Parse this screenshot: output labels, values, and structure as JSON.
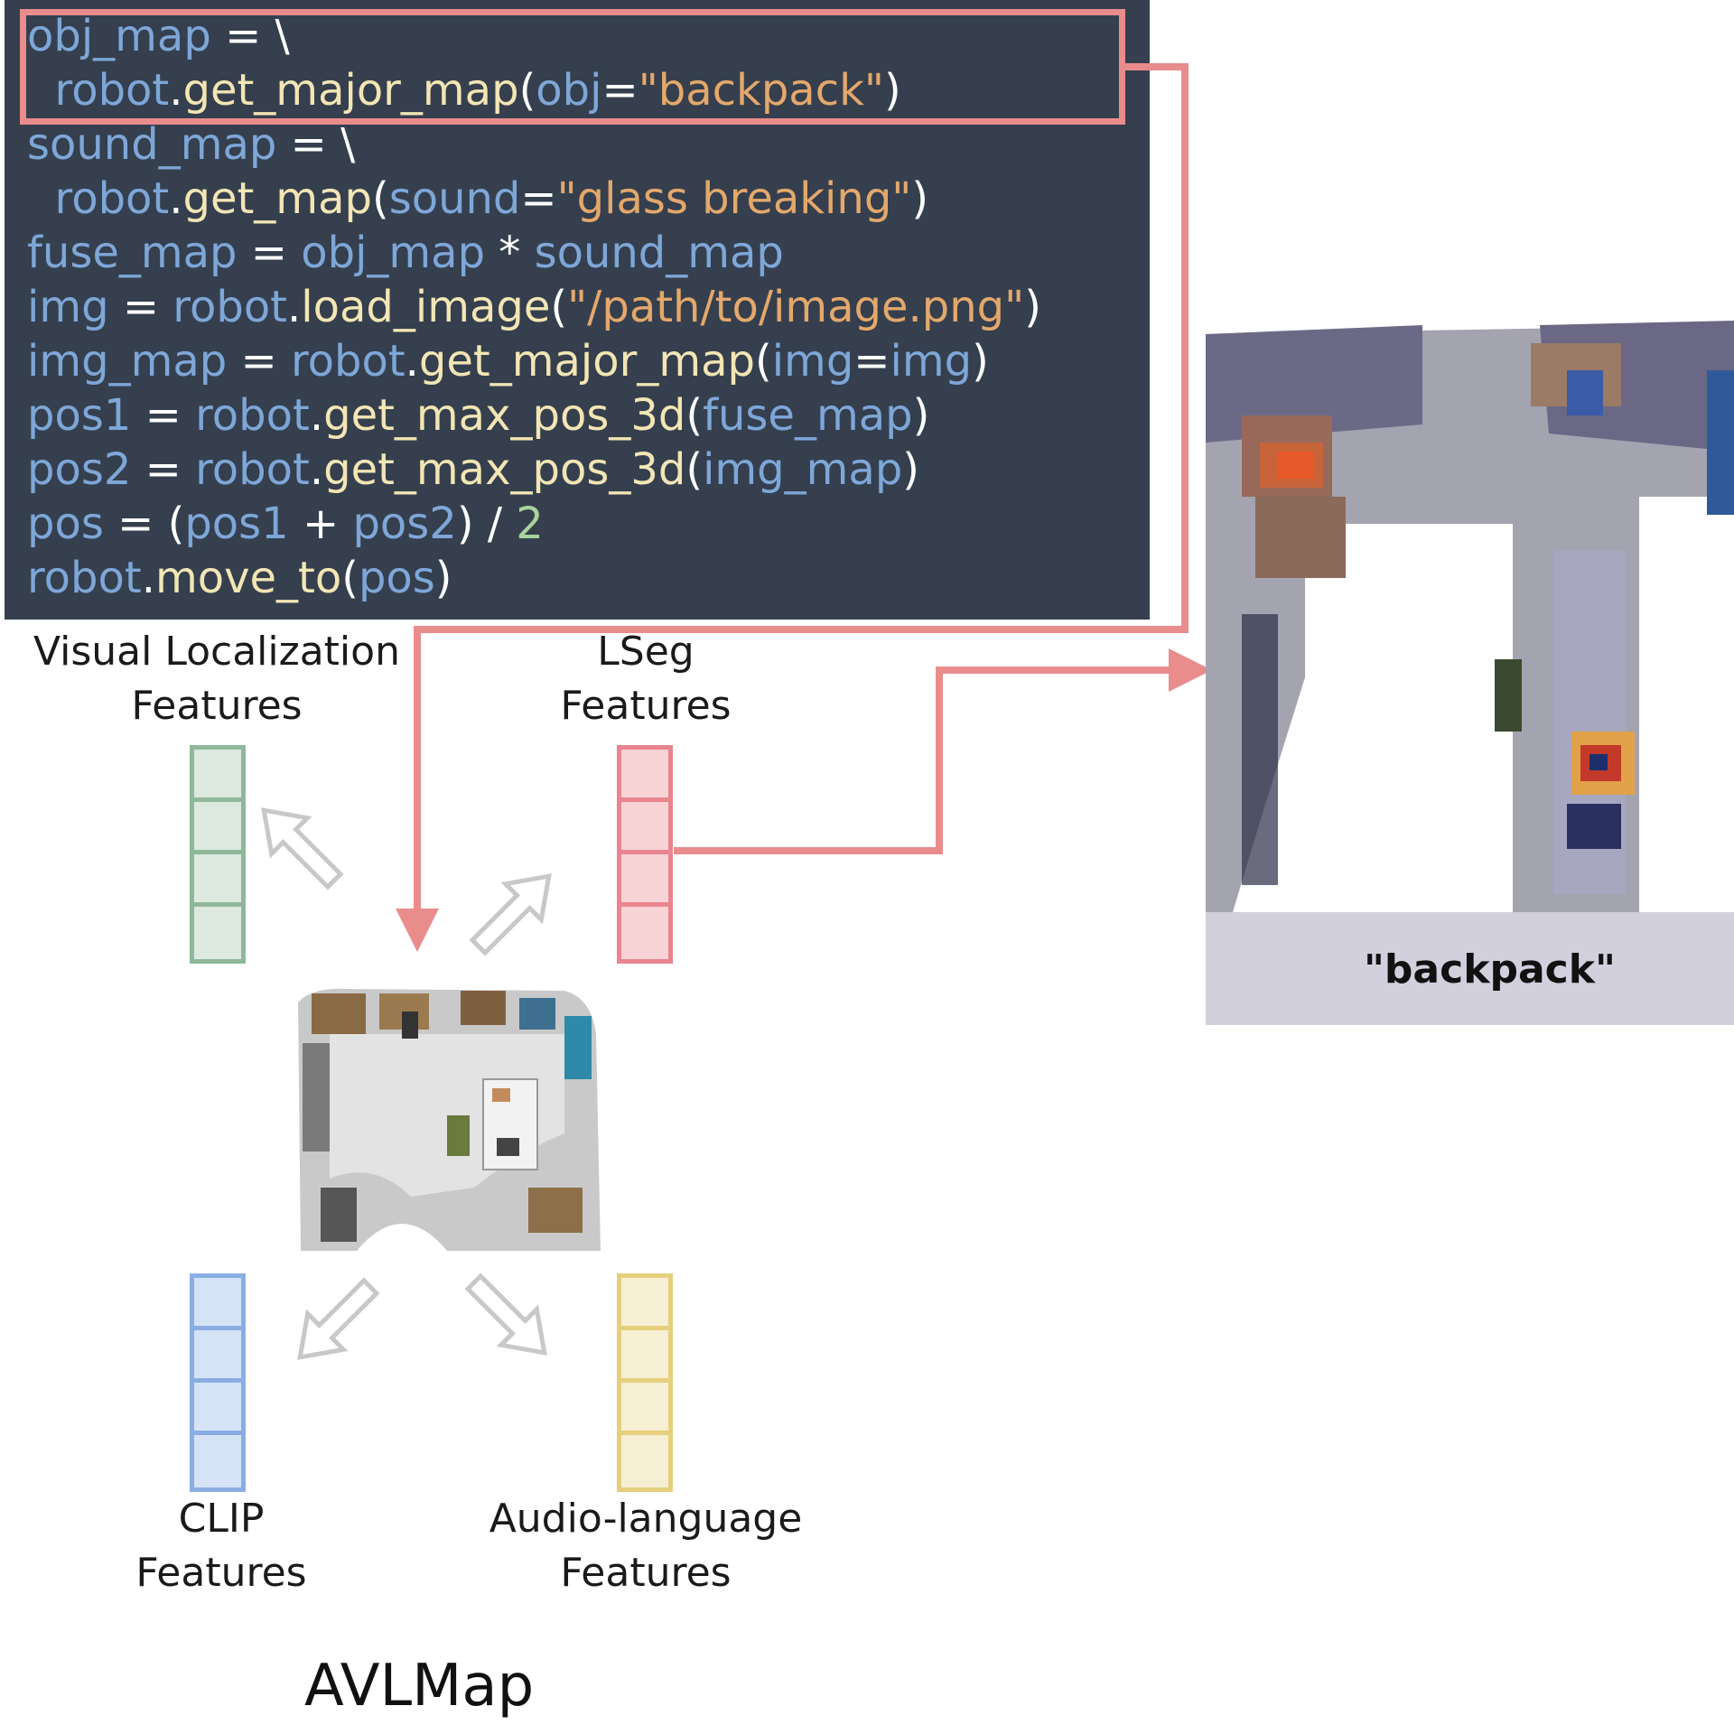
{
  "code": {
    "lines": [
      [
        {
          "t": "obj_map",
          "c": "var"
        },
        {
          "t": " = \\",
          "c": "op"
        }
      ],
      [
        {
          "t": "  robot",
          "c": "var"
        },
        {
          "t": ".",
          "c": "op"
        },
        {
          "t": "get_major_map",
          "c": "fn"
        },
        {
          "t": "(",
          "c": "par"
        },
        {
          "t": "obj",
          "c": "var"
        },
        {
          "t": "=",
          "c": "op"
        },
        {
          "t": "\"backpack\"",
          "c": "str"
        },
        {
          "t": ")",
          "c": "par"
        }
      ],
      [
        {
          "t": "sound_map",
          "c": "var"
        },
        {
          "t": " = \\",
          "c": "op"
        }
      ],
      [
        {
          "t": "  robot",
          "c": "var"
        },
        {
          "t": ".",
          "c": "op"
        },
        {
          "t": "get_map",
          "c": "fn"
        },
        {
          "t": "(",
          "c": "par"
        },
        {
          "t": "sound",
          "c": "var"
        },
        {
          "t": "=",
          "c": "op"
        },
        {
          "t": "\"glass breaking\"",
          "c": "str"
        },
        {
          "t": ")",
          "c": "par"
        }
      ],
      [
        {
          "t": "fuse_map",
          "c": "var"
        },
        {
          "t": " = ",
          "c": "op"
        },
        {
          "t": "obj_map",
          "c": "var"
        },
        {
          "t": " * ",
          "c": "op"
        },
        {
          "t": "sound_map",
          "c": "var"
        }
      ],
      [
        {
          "t": "img",
          "c": "var"
        },
        {
          "t": " = ",
          "c": "op"
        },
        {
          "t": "robot",
          "c": "var"
        },
        {
          "t": ".",
          "c": "op"
        },
        {
          "t": "load_image",
          "c": "fn"
        },
        {
          "t": "(",
          "c": "par"
        },
        {
          "t": "\"/path/to/image.png\"",
          "c": "str"
        },
        {
          "t": ")",
          "c": "par"
        }
      ],
      [
        {
          "t": "img_map",
          "c": "var"
        },
        {
          "t": " = ",
          "c": "op"
        },
        {
          "t": "robot",
          "c": "var"
        },
        {
          "t": ".",
          "c": "op"
        },
        {
          "t": "get_major_map",
          "c": "fn"
        },
        {
          "t": "(",
          "c": "par"
        },
        {
          "t": "img",
          "c": "var"
        },
        {
          "t": "=",
          "c": "op"
        },
        {
          "t": "img",
          "c": "var"
        },
        {
          "t": ")",
          "c": "par"
        }
      ],
      [
        {
          "t": "pos1",
          "c": "var"
        },
        {
          "t": " = ",
          "c": "op"
        },
        {
          "t": "robot",
          "c": "var"
        },
        {
          "t": ".",
          "c": "op"
        },
        {
          "t": "get_max_pos_3d",
          "c": "fn"
        },
        {
          "t": "(",
          "c": "par"
        },
        {
          "t": "fuse_map",
          "c": "var"
        },
        {
          "t": ")",
          "c": "par"
        }
      ],
      [
        {
          "t": "pos2",
          "c": "var"
        },
        {
          "t": " = ",
          "c": "op"
        },
        {
          "t": "robot",
          "c": "var"
        },
        {
          "t": ".",
          "c": "op"
        },
        {
          "t": "get_max_pos_3d",
          "c": "fn"
        },
        {
          "t": "(",
          "c": "par"
        },
        {
          "t": "img_map",
          "c": "var"
        },
        {
          "t": ")",
          "c": "par"
        }
      ],
      [
        {
          "t": "pos",
          "c": "var"
        },
        {
          "t": " = ",
          "c": "op"
        },
        {
          "t": "(",
          "c": "par"
        },
        {
          "t": "pos1",
          "c": "var"
        },
        {
          "t": " + ",
          "c": "op"
        },
        {
          "t": "pos2",
          "c": "var"
        },
        {
          "t": ")",
          "c": "par"
        },
        {
          "t": " / ",
          "c": "op"
        },
        {
          "t": "2",
          "c": "num"
        }
      ],
      [
        {
          "t": "robot",
          "c": "var"
        },
        {
          "t": ".",
          "c": "op"
        },
        {
          "t": "move_to",
          "c": "fn"
        },
        {
          "t": "(",
          "c": "par"
        },
        {
          "t": "pos",
          "c": "var"
        },
        {
          "t": ")",
          "c": "par"
        }
      ]
    ]
  },
  "features": {
    "visual": {
      "line1": "Visual Localization",
      "line2": "Features",
      "color": "#8fb89a",
      "fill": "#dde9df"
    },
    "lseg": {
      "line1": "LSeg",
      "line2": "Features",
      "color": "#e8858e",
      "fill": "#f7d3d6"
    },
    "clip": {
      "line1": "CLIP",
      "line2": "Features",
      "color": "#8aaee3",
      "fill": "#d6e3f7"
    },
    "audio": {
      "line1": "Audio-language",
      "line2": "Features",
      "color": "#e6cf7c",
      "fill": "#f6efd3"
    }
  },
  "map_caption": "\"backpack\"",
  "title": "AVLMap",
  "colors": {
    "highlight": "#e98c8c",
    "code_bg": "#353f4e",
    "arrow_outline": "#c8c8c8"
  },
  "icons": {
    "scene": "3d-scene-pointcloud",
    "heatmap": "topdown-heatmap-pointcloud"
  }
}
